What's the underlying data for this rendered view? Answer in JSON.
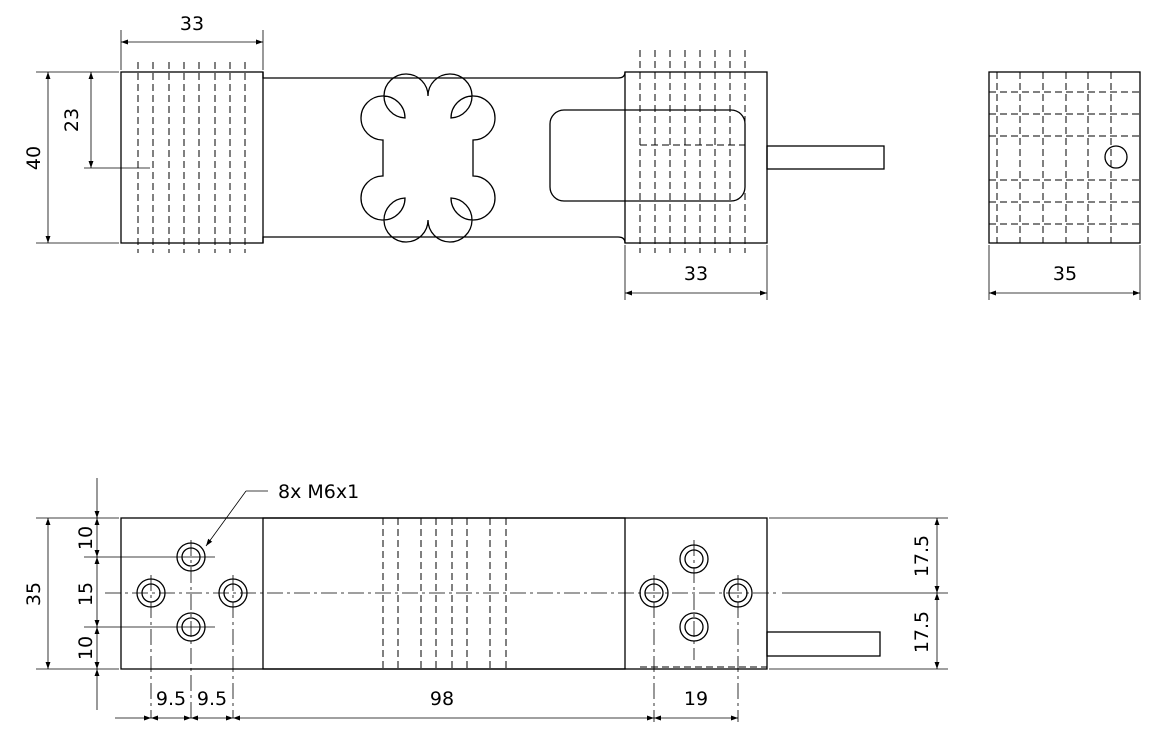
{
  "dimensions": {
    "top_width_left": "33",
    "height_total": "40",
    "height_mount": "23",
    "top_width_right": "33",
    "side_width": "35",
    "bottom_width": "35",
    "hole_spacing_top": "10",
    "hole_spacing_mid": "15",
    "hole_spacing_bottom": "10",
    "hole_offset_1": "9.5",
    "hole_offset_2": "9.5",
    "center_length": "98",
    "right_hole_spacing": "19",
    "half_width_top": "17.5",
    "half_width_bottom": "17.5"
  },
  "callout": {
    "thread_spec": "8x M6x1"
  }
}
